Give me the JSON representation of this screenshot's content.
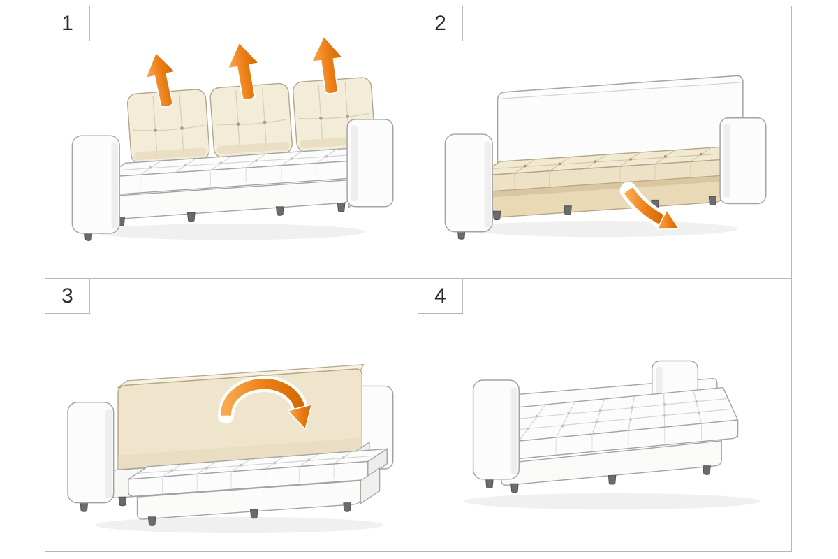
{
  "diagram": {
    "type": "instruction-diagram",
    "subject": "sofa-bed-conversion",
    "grid": {
      "rows": 2,
      "cols": 2
    },
    "colors": {
      "accent_orange": "#ec7d15",
      "line_gray": "#b7b7b7",
      "outline_gray": "#a3a3a3",
      "cushion_cream": "#f1e9d2"
    },
    "steps": [
      {
        "number": "1",
        "illustration": "sofa-back-cushions-lifted-off",
        "icons": [
          "lift-arrow-icon",
          "lift-arrow-icon",
          "lift-arrow-icon"
        ]
      },
      {
        "number": "2",
        "illustration": "sofa-bare-backrest-pull-base-out",
        "icons": [
          "pull-out-arrow-icon"
        ]
      },
      {
        "number": "3",
        "illustration": "sofa-seat-pulled-out-fold-backrest-down",
        "icons": [
          "fold-down-arrow-icon"
        ]
      },
      {
        "number": "4",
        "illustration": "sofa-unfolded-flat-bed",
        "icons": []
      }
    ]
  }
}
